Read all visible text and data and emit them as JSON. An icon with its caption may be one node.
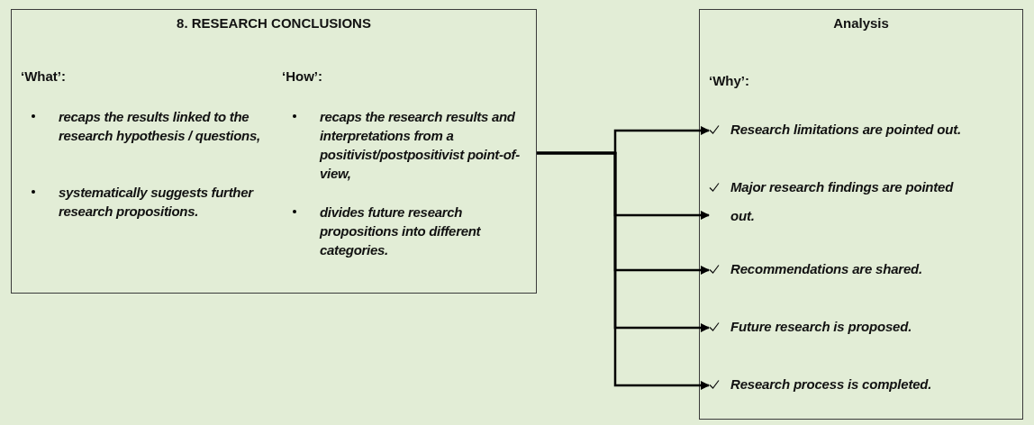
{
  "diagram": {
    "nodes": [
      {
        "text": [
          "8. RESEARCH CONCLUSIONS",
          "‘What’:",
          "recaps the results linked to the research hypothesis / questions,",
          "systematically suggests further research propositions.",
          "‘How’:",
          "recaps the research results and interpretations from a positivist/postpositivist point-of-view,",
          "divides future research propositions into different categories."
        ]
      },
      {
        "text": [
          "Analysis",
          "‘Why’:"
        ]
      },
      {
        "text": [
          "Research limitations are pointed out."
        ],
        "in": 1
      },
      {
        "text": [
          "Major research findings are pointed out."
        ],
        "in": 1
      },
      {
        "text": [
          "Recommendations are shared."
        ],
        "in": 1
      },
      {
        "text": [
          "Future research is proposed."
        ],
        "in": 1
      },
      {
        "text": [
          "Research process is completed."
        ],
        "in": 1
      }
    ],
    "edges": [
      {
        "from": 0,
        "to": 2,
        "arrow": "to"
      },
      {
        "from": 0,
        "to": 3,
        "arrow": "to"
      },
      {
        "from": 0,
        "to": 4,
        "arrow": "to"
      },
      {
        "from": 0,
        "to": 5,
        "arrow": "to"
      },
      {
        "from": 0,
        "to": 6,
        "arrow": "to"
      }
    ]
  }
}
